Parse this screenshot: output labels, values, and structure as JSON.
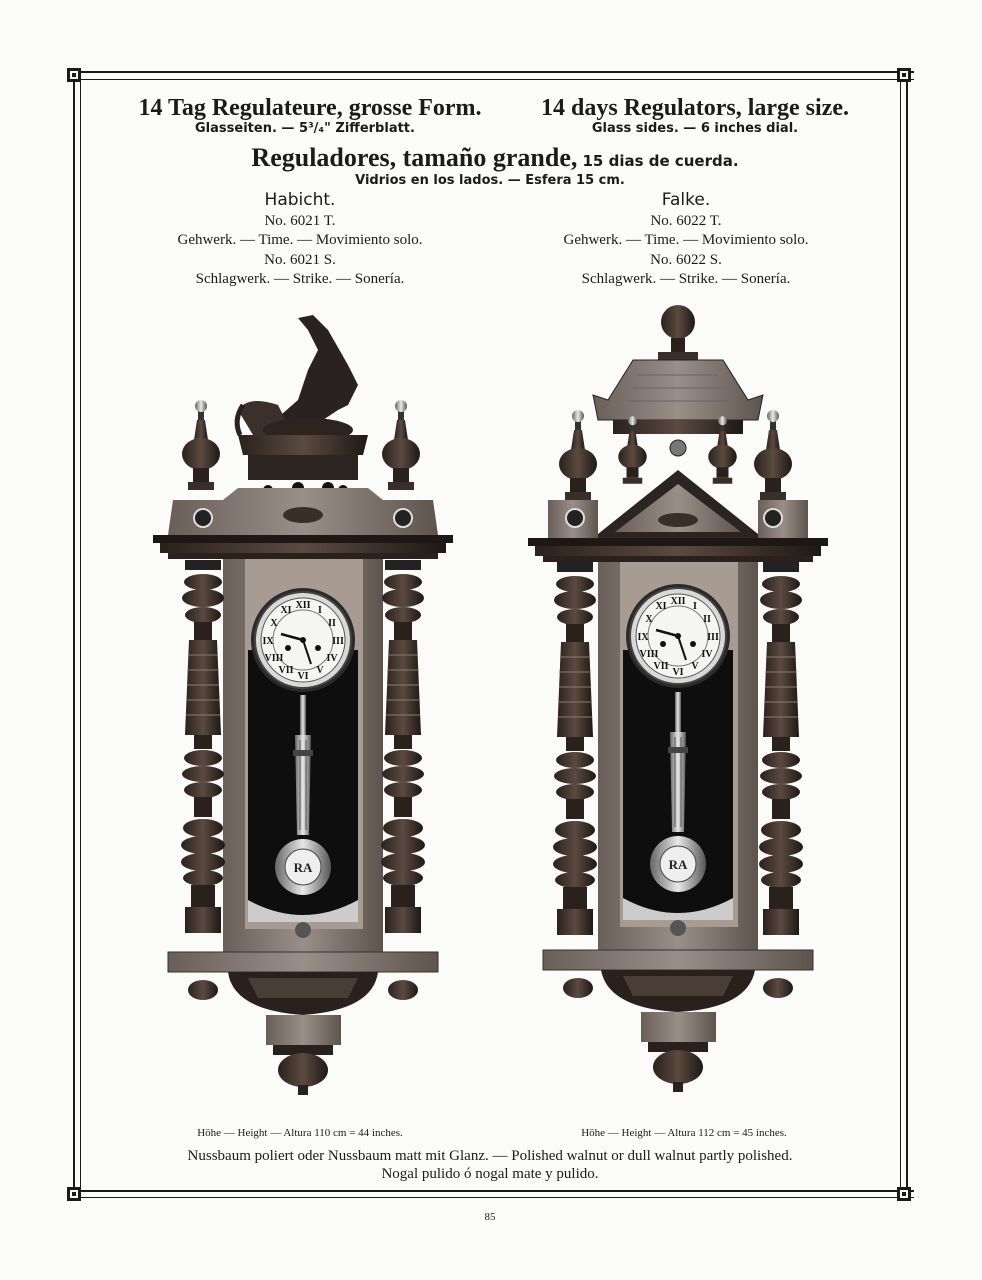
{
  "header": {
    "de_title": "14 Tag Regulateure, grosse Form.",
    "de_sub": "Glasseiten. — 5³/₄\" Zifferblatt.",
    "en_title": "14 days Regulators, large size.",
    "en_sub": "Glass sides. — 6 inches dial.",
    "es_title": "Reguladores, tamaño grande,",
    "es_title_small": "15 dias de cuerda.",
    "es_sub": "Vidrios en los lados. — Esfera 15 cm."
  },
  "clocks": [
    {
      "name": "Habicht.",
      "no_time": "No. 6021 T.",
      "time_desc": "Gehwerk. — Time. — Movimiento solo.",
      "no_strike": "No. 6021 S.",
      "strike_desc": "Schlagwerk. — Strike. — Sonería.",
      "height": "Höhe — Height — Altura 110 cm = 44 inches."
    },
    {
      "name": "Falke.",
      "no_time": "No. 6022 T.",
      "time_desc": "Gehwerk. — Time. — Movimiento solo.",
      "no_strike": "No. 6022 S.",
      "strike_desc": "Schlagwerk. — Strike. — Sonería.",
      "height": "Höhe — Height — Altura 112 cm = 45 inches."
    }
  ],
  "footer": {
    "line1": "Nussbaum poliert oder Nussbaum matt mit Glanz. — Polished walnut or dull walnut partly polished.",
    "line2": "Nogal pulido ó nogal mate y pulido."
  },
  "page_number": "85"
}
